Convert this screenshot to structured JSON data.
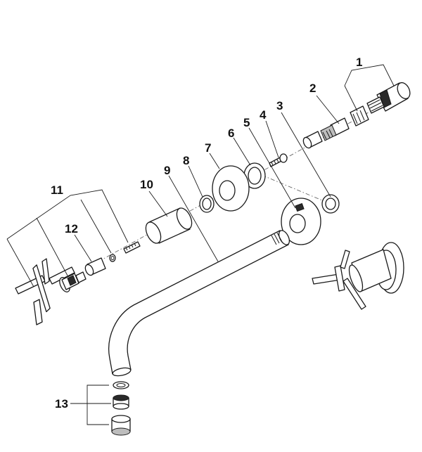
{
  "callouts": [
    {
      "id": "1",
      "label": "1"
    },
    {
      "id": "2",
      "label": "2"
    },
    {
      "id": "3",
      "label": "3"
    },
    {
      "id": "4",
      "label": "4"
    },
    {
      "id": "5",
      "label": "5"
    },
    {
      "id": "6",
      "label": "6"
    },
    {
      "id": "7",
      "label": "7"
    },
    {
      "id": "8",
      "label": "8"
    },
    {
      "id": "9",
      "label": "9"
    },
    {
      "id": "10",
      "label": "10"
    },
    {
      "id": "11",
      "label": "11"
    },
    {
      "id": "12",
      "label": "12"
    },
    {
      "id": "13",
      "label": "13"
    }
  ],
  "colors": {
    "line": "#1a1a1a",
    "background": "#ffffff",
    "shade": "#bdbdbd"
  }
}
